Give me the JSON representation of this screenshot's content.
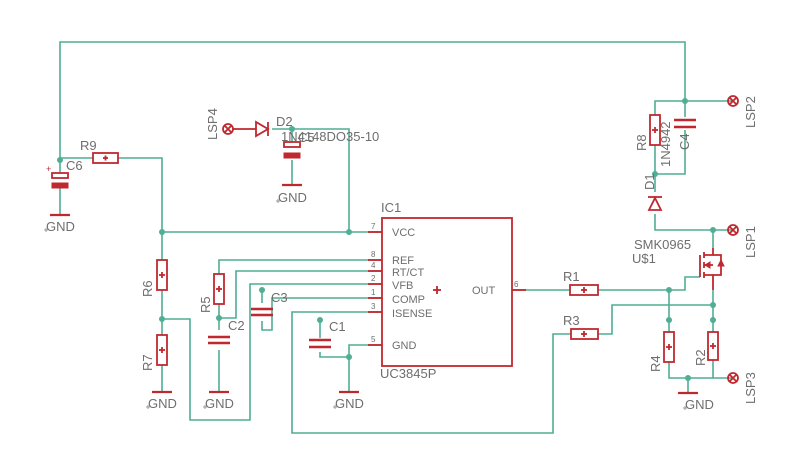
{
  "ic": {
    "ref": "IC1",
    "value": "UC3845P",
    "pins": [
      {
        "num": "7",
        "name": "VCC"
      },
      {
        "num": "8",
        "name": "REF"
      },
      {
        "num": "4",
        "name": "RT/CT"
      },
      {
        "num": "2",
        "name": "VFB"
      },
      {
        "num": "1",
        "name": "COMP"
      },
      {
        "num": "3",
        "name": "ISENSE"
      },
      {
        "num": "5",
        "name": "GND"
      },
      {
        "num": "6",
        "name": "OUT"
      }
    ]
  },
  "resistors": {
    "r1": "R1",
    "r2": "R2",
    "r3": "R3",
    "r4": "R4",
    "r5": "R5",
    "r6": "R6",
    "r7": "R7",
    "r8": "R8",
    "r9": "R9"
  },
  "capacitors": {
    "c1": "C1",
    "c2": "C2",
    "c3": "C3",
    "c4": "C4",
    "c5": "C5",
    "c6": "C6"
  },
  "diodes": {
    "d1": "D1",
    "d1_value": "1N4942",
    "d2": "D2",
    "d2_value": "1N4148DO35-10"
  },
  "mosfet": {
    "ref": "U$1",
    "value": "SMK0965"
  },
  "connectors": {
    "lsp1": "LSP1",
    "lsp2": "LSP2",
    "lsp3": "LSP3",
    "lsp4": "LSP4"
  },
  "ground_label": "GND",
  "colors": {
    "wire": "#4fae94",
    "part": "#c0282f",
    "text": "#6e6e6e",
    "background": "#ffffff"
  }
}
